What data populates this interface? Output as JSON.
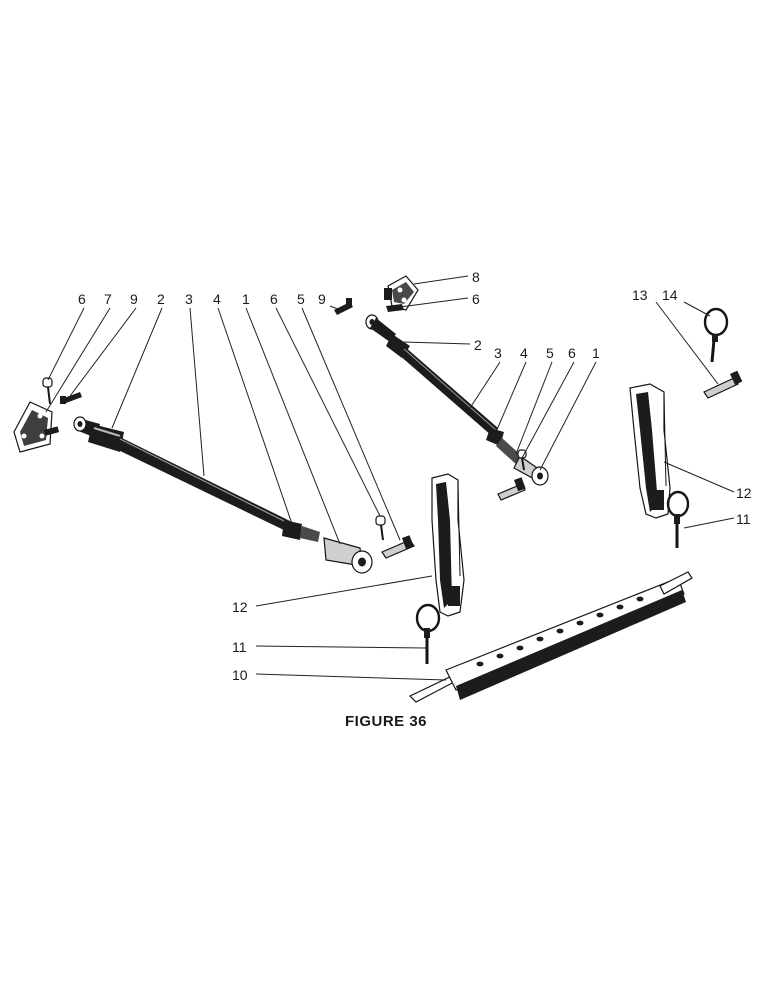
{
  "figure": {
    "caption": "FIGURE 36"
  },
  "callouts": {
    "left_link": [
      "6",
      "7",
      "9",
      "2",
      "3",
      "4",
      "1",
      "6",
      "5"
    ],
    "right_link": [
      "8",
      "6",
      "9",
      "2",
      "3",
      "4",
      "5",
      "6",
      "1"
    ],
    "right_check_chain": [
      "13",
      "14",
      "12",
      "11"
    ],
    "center_check_chain": [
      "12",
      "11",
      "10"
    ]
  }
}
